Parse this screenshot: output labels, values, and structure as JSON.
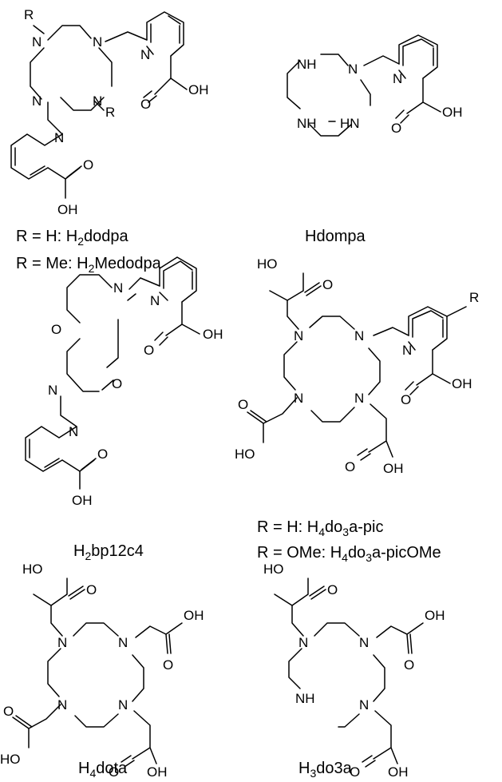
{
  "compounds": [
    {
      "id": "dodpa",
      "caption_lines": [
        {
          "text": "R = H: H",
          "sub": "2",
          "tail": "dodpa"
        },
        {
          "text": "R = Me: H",
          "sub": "2",
          "tail": "Medodpa"
        }
      ]
    },
    {
      "id": "dompa",
      "caption_lines": [
        {
          "text": "Hdompa",
          "sub": "",
          "tail": ""
        }
      ]
    },
    {
      "id": "bp12c4",
      "caption_lines": [
        {
          "text": "H",
          "sub": "2",
          "tail": "bp12c4"
        }
      ]
    },
    {
      "id": "do3a-pic",
      "caption_lines": [
        {
          "text": "R = H: H",
          "sub": "4",
          "tail": "do",
          "sub2": "3",
          "tail2": "a-pic"
        },
        {
          "text": "R = OMe: H",
          "sub": "4",
          "tail": "do",
          "sub2": "3",
          "tail2": "a-picOMe"
        }
      ]
    },
    {
      "id": "dota",
      "caption_lines": [
        {
          "text": "H",
          "sub": "4",
          "tail": "dota"
        }
      ]
    },
    {
      "id": "do3a",
      "caption_lines": [
        {
          "text": "H",
          "sub": "3",
          "tail": "do3a"
        }
      ]
    }
  ],
  "atom_labels": {
    "N": "N",
    "NH": "NH",
    "HN": "HN",
    "O": "O",
    "OH": "OH",
    "HO": "HO",
    "R": "R"
  }
}
